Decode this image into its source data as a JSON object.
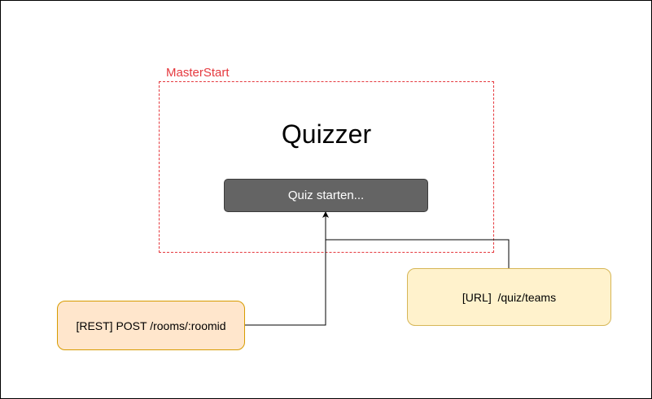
{
  "diagram": {
    "component": {
      "label": "MasterStart",
      "title": "Quizzer",
      "button_label": "Quiz starten..."
    },
    "notes": [
      {
        "id": "rest",
        "text": "[REST] POST /rooms/:roomid"
      },
      {
        "id": "url",
        "text": "[URL]  /quiz/teams"
      }
    ],
    "edges": [
      {
        "from": "rest",
        "to": "start-button"
      },
      {
        "from": "url",
        "to": "start-button"
      }
    ],
    "colors": {
      "component_border": "#e5393e",
      "button_fill": "#646464",
      "rest_fill": "#ffe6cc",
      "rest_stroke": "#d79b00",
      "url_fill": "#fff2cc",
      "url_stroke": "#d6b656"
    }
  }
}
